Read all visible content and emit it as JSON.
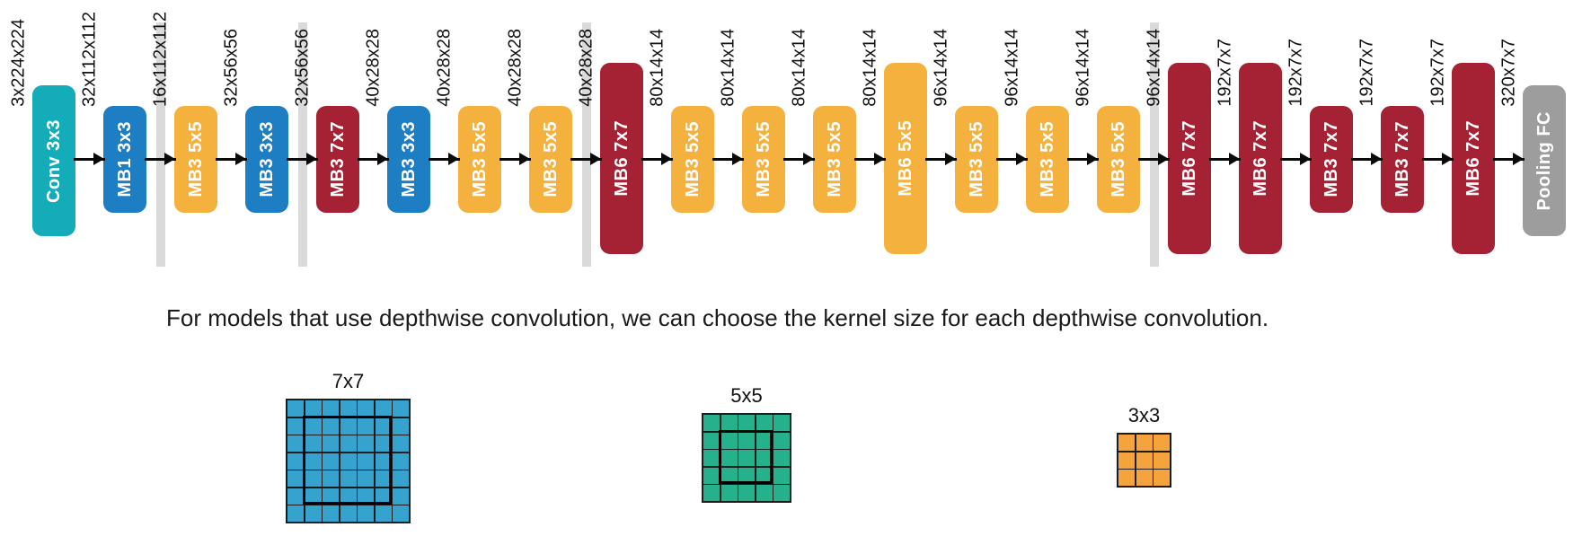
{
  "caption": "For models that use depthwise convolution, we can choose the kernel size for each depthwise convolution.",
  "colors": {
    "conv_teal": "#14ACB9",
    "mb_blue": "#1E7EC3",
    "mb_orange": "#F5B13E",
    "mb_red": "#A52134",
    "pooling_gray": "#9D9D9D",
    "stride_bar_gray": "#DADADA",
    "arrow_black": "#0A0A0A",
    "grid_blue": "#36A3CE",
    "grid_green": "#26B18D",
    "grid_orange": "#F5A33C"
  },
  "architecture": {
    "input_dim": "3x224x224",
    "nodes": [
      {
        "block": "Conv 3x3",
        "color": "conv_teal",
        "size": "lg"
      },
      {
        "connector": "arrow",
        "dim": "32x112x112"
      },
      {
        "block": "MB1 3x3",
        "color": "mb_blue",
        "size": "sm"
      },
      {
        "connector": "bar",
        "dim": "16x112x112"
      },
      {
        "block": "MB3 5x5",
        "color": "mb_orange",
        "size": "sm"
      },
      {
        "connector": "arrow",
        "dim": "32x56x56"
      },
      {
        "block": "MB3 3x3",
        "color": "mb_blue",
        "size": "sm"
      },
      {
        "connector": "bar",
        "dim": "32x56x56"
      },
      {
        "block": "MB3 7x7",
        "color": "mb_red",
        "size": "sm"
      },
      {
        "connector": "arrow",
        "dim": "40x28x28"
      },
      {
        "block": "MB3 3x3",
        "color": "mb_blue",
        "size": "sm"
      },
      {
        "connector": "arrow",
        "dim": "40x28x28"
      },
      {
        "block": "MB3 5x5",
        "color": "mb_orange",
        "size": "sm"
      },
      {
        "connector": "arrow",
        "dim": "40x28x28"
      },
      {
        "block": "MB3 5x5",
        "color": "mb_orange",
        "size": "sm"
      },
      {
        "connector": "bar",
        "dim": "40x28x28"
      },
      {
        "block": "MB6 7x7",
        "color": "mb_red",
        "size": "xl"
      },
      {
        "connector": "arrow",
        "dim": "80x14x14"
      },
      {
        "block": "MB3 5x5",
        "color": "mb_orange",
        "size": "sm"
      },
      {
        "connector": "arrow",
        "dim": "80x14x14"
      },
      {
        "block": "MB3 5x5",
        "color": "mb_orange",
        "size": "sm"
      },
      {
        "connector": "arrow",
        "dim": "80x14x14"
      },
      {
        "block": "MB3 5x5",
        "color": "mb_orange",
        "size": "sm"
      },
      {
        "connector": "arrow",
        "dim": "80x14x14"
      },
      {
        "block": "MB6 5x5",
        "color": "mb_orange",
        "size": "xl"
      },
      {
        "connector": "arrow",
        "dim": "96x14x14"
      },
      {
        "block": "MB3 5x5",
        "color": "mb_orange",
        "size": "sm"
      },
      {
        "connector": "arrow",
        "dim": "96x14x14"
      },
      {
        "block": "MB3 5x5",
        "color": "mb_orange",
        "size": "sm"
      },
      {
        "connector": "arrow",
        "dim": "96x14x14"
      },
      {
        "block": "MB3 5x5",
        "color": "mb_orange",
        "size": "sm"
      },
      {
        "connector": "bar",
        "dim": "96x14x14"
      },
      {
        "block": "MB6 7x7",
        "color": "mb_red",
        "size": "xl"
      },
      {
        "connector": "arrow",
        "dim": "192x7x7"
      },
      {
        "block": "MB6 7x7",
        "color": "mb_red",
        "size": "xl"
      },
      {
        "connector": "arrow",
        "dim": "192x7x7"
      },
      {
        "block": "MB3 7x7",
        "color": "mb_red",
        "size": "sm"
      },
      {
        "connector": "arrow",
        "dim": "192x7x7"
      },
      {
        "block": "MB3 7x7",
        "color": "mb_red",
        "size": "sm"
      },
      {
        "connector": "arrow",
        "dim": "192x7x7"
      },
      {
        "block": "MB6 7x7",
        "color": "mb_red",
        "size": "xl"
      },
      {
        "connector": "arrow",
        "dim": "320x7x7"
      },
      {
        "block": "Pooling FC",
        "color": "pooling_gray",
        "size": "lg"
      }
    ]
  },
  "kernels": [
    {
      "label": "7x7",
      "grid": 7,
      "inner_highlight": 5,
      "color": "grid_blue"
    },
    {
      "label": "5x5",
      "grid": 5,
      "inner_highlight": 3,
      "color": "grid_green"
    },
    {
      "label": "3x3",
      "grid": 3,
      "inner_highlight": 0,
      "color": "grid_orange"
    }
  ]
}
